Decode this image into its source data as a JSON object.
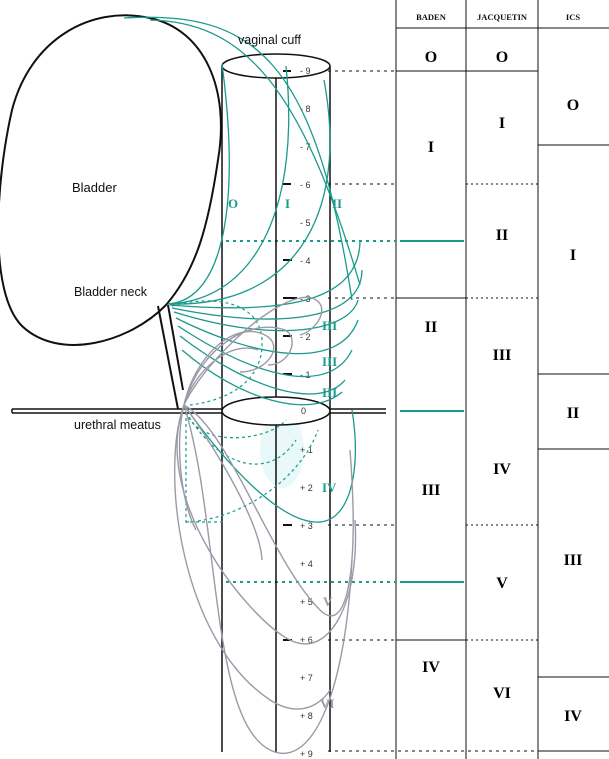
{
  "labels": {
    "bladder": "Bladder",
    "bladder_neck": "Bladder neck",
    "urethral_meatus": "urethral meatus",
    "vaginal_cuff": "vaginal cuff"
  },
  "scale_ticks": [
    "- 9",
    "- 8",
    "- 7",
    "- 6",
    "- 5",
    "- 4",
    "- 3",
    "- 2",
    "- 1",
    "0",
    "+ 1",
    "+ 2",
    "+ 3",
    "+ 4",
    "+ 5",
    "+ 6",
    "+ 7",
    "+ 8",
    "+ 9"
  ],
  "curve_labels": {
    "o": "O",
    "i": "I",
    "ii": "II",
    "iii_a": "III",
    "iii_b": "III",
    "iii_c": "III",
    "iv": "IV",
    "v": "V",
    "vi": "VI"
  },
  "table": {
    "headers": {
      "baden": "BADEN",
      "jacquetin": "JACQUETIN",
      "ics": "ICS"
    },
    "baden": [
      "O",
      "I",
      "II",
      "III",
      "IV"
    ],
    "jacquetin": [
      "O",
      "I",
      "II",
      "III",
      "IV",
      "V",
      "VI"
    ],
    "ics": [
      "O",
      "I",
      "II",
      "III",
      "IV"
    ]
  },
  "colors": {
    "teal": "#1a9a8a",
    "gray": "#9a9aa8",
    "dark": "#111111"
  }
}
